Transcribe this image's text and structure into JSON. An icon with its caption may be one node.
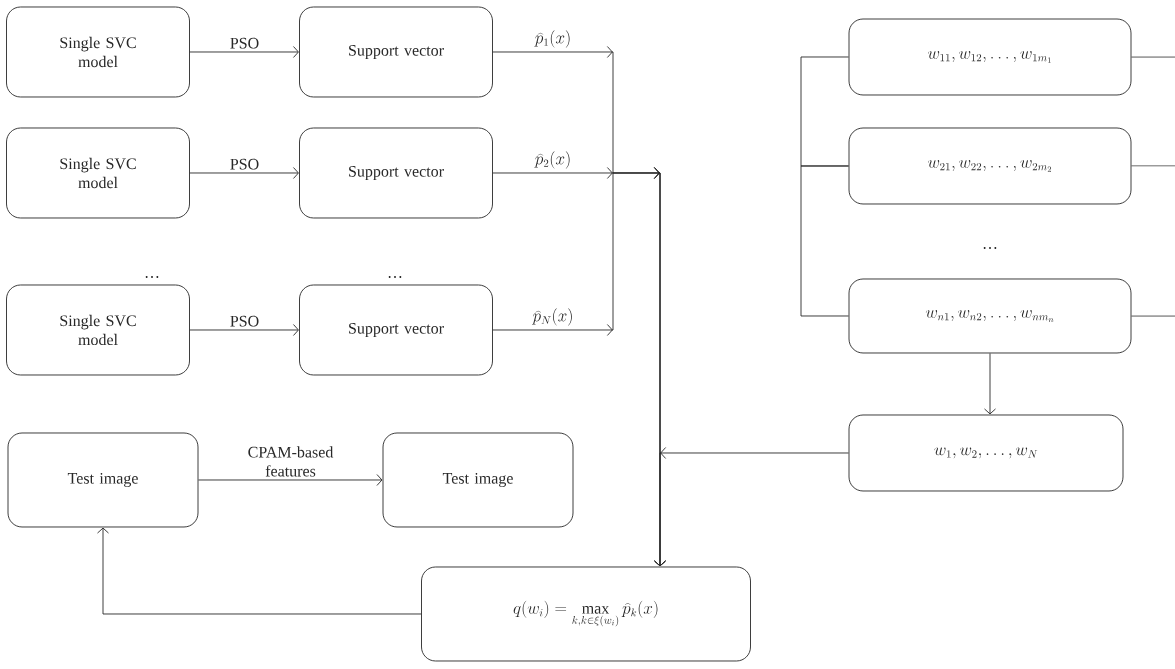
{
  "diagram": {
    "nodes": [
      {
        "text": [
          "Single SVC model"
        ]
      },
      {
        "text": [
          "Support vector"
        ]
      },
      {
        "text": [
          "w_{11}, w_{12}, \\ldots, w_{1m_1}"
        ]
      },
      {
        "text": [
          "Single SVC model"
        ]
      },
      {
        "text": [
          "Support vector"
        ]
      },
      {
        "text": [
          "w_{21}, w_{22}, \\ldots, w_{2m_2}"
        ]
      },
      {
        "text": [
          "Single SVC model"
        ]
      },
      {
        "text": [
          "Support vector"
        ]
      },
      {
        "text": [
          "w_{n1}, w_{n2}, \\ldots, w_{nm_n}"
        ]
      },
      {
        "text": [
          "Test image"
        ]
      },
      {
        "text": [
          "Test image"
        ]
      },
      {
        "text": [
          "w_1, w_2, \\ldots, w_N"
        ]
      },
      {
        "text": [
          "q(w_i) = \\max_{k, k \\in \\xi(w_i)} \\widehat{p}_k(x)"
        ]
      }
    ],
    "edges": [
      {
        "from": 0,
        "to": 1,
        "arrow": "to",
        "label": "PSO"
      },
      {
        "from": 3,
        "to": 4,
        "arrow": "to",
        "label": "PSO"
      },
      {
        "from": 6,
        "to": 7,
        "arrow": "to",
        "label": "PSO"
      },
      {
        "from": 1,
        "to": 12,
        "arrow": "to",
        "label": "\\widehat{p}_1(x)"
      },
      {
        "from": 4,
        "to": 12,
        "arrow": "to",
        "label": "\\widehat{p}_2(x)"
      },
      {
        "from": 7,
        "to": 12,
        "arrow": "to",
        "label": "\\widehat{p}_N(x)"
      },
      {
        "from": 11,
        "to": 12,
        "arrow": "to"
      },
      {
        "from": 12,
        "to": 9,
        "arrow": "to"
      },
      {
        "from": 9,
        "to": 10,
        "arrow": "to",
        "label": "CPAM-based features"
      },
      {
        "from": 8,
        "to": 11,
        "arrow": "to"
      },
      {
        "from": 2,
        "to": 5,
        "arrow": "none"
      },
      {
        "from": 5,
        "to": 8,
        "arrow": "none"
      },
      {
        "from": 2,
        "to": null,
        "arrow": "none"
      },
      {
        "from": 5,
        "to": null,
        "arrow": "none"
      },
      {
        "from": 8,
        "to": null,
        "arrow": "none"
      }
    ],
    "labels": [
      "…",
      "…",
      "…"
    ]
  }
}
